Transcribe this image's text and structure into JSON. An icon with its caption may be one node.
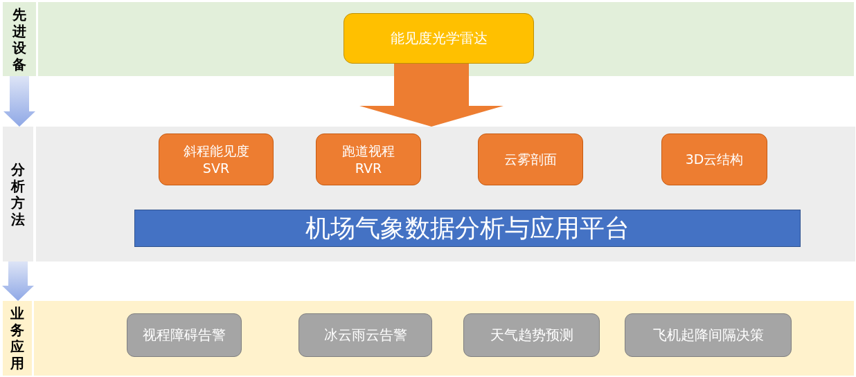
{
  "diagram": {
    "nodes": [
      {
        "text": [
          "先进设备"
        ]
      },
      {
        "text": [],
        "shape": "box"
      },
      {
        "text": [
          "能见度光学雷达"
        ],
        "in": 1
      },
      {
        "text": [
          "分析方法"
        ]
      },
      {
        "text": [],
        "shape": "box"
      },
      {
        "text": [
          "斜程能见度 SVR"
        ],
        "in": 4
      },
      {
        "text": [
          "跑道视程 RVR"
        ],
        "in": 4
      },
      {
        "text": [
          "云雾剖面"
        ],
        "in": 4
      },
      {
        "text": [
          "3D云结构"
        ],
        "in": 4
      },
      {
        "text": [
          "机场气象数据分析与应用平台"
        ],
        "in": 4
      },
      {
        "text": [
          "业务应用"
        ]
      },
      {
        "text": [],
        "shape": "box"
      },
      {
        "text": [
          "视程障碍告警"
        ],
        "in": 11
      },
      {
        "text": [
          "冰云雨云告警"
        ],
        "in": 11
      },
      {
        "text": [
          "天气趋势预测"
        ],
        "in": 11
      },
      {
        "text": [
          "飞机起降间隔决策"
        ],
        "in": 11
      }
    ],
    "edges": [
      {
        "from": 2,
        "to": 4,
        "arrow": "to",
        "color": "#ed7d31",
        "style": "thick"
      },
      {
        "from": 0,
        "to": 3,
        "arrow": "to"
      },
      {
        "from": 3,
        "to": 10,
        "arrow": "to"
      }
    ]
  }
}
